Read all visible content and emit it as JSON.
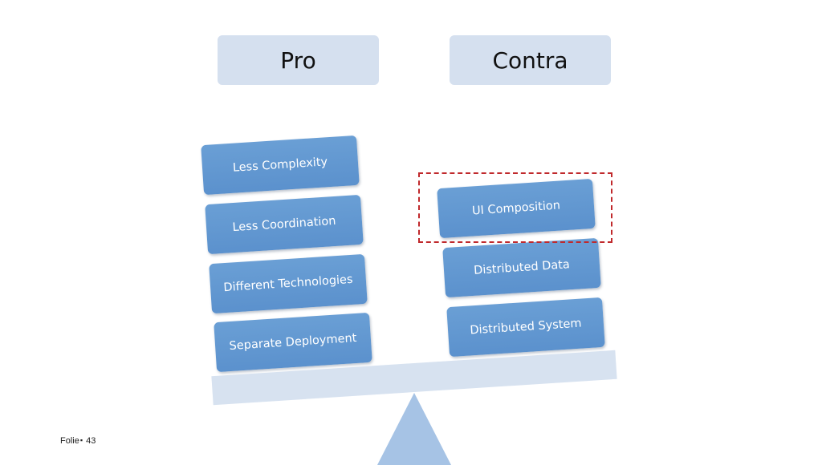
{
  "headers": {
    "pro": "Pro",
    "contra": "Contra"
  },
  "pro_items": [
    "Less Complexity",
    "Less Coordination",
    "Different Technologies",
    "Separate Deployment"
  ],
  "contra_items": [
    "UI Composition",
    "Distributed Data",
    "Distributed System"
  ],
  "footer": {
    "label": "Folie",
    "separator": "▪",
    "page_number": "43"
  },
  "colors": {
    "header_fill": "#d5e0ef",
    "block_fill": "#5b91cd",
    "highlight_border": "#c0292c",
    "beam_fill": "#d7e2f0",
    "fulcrum_fill": "#a6c3e5"
  }
}
